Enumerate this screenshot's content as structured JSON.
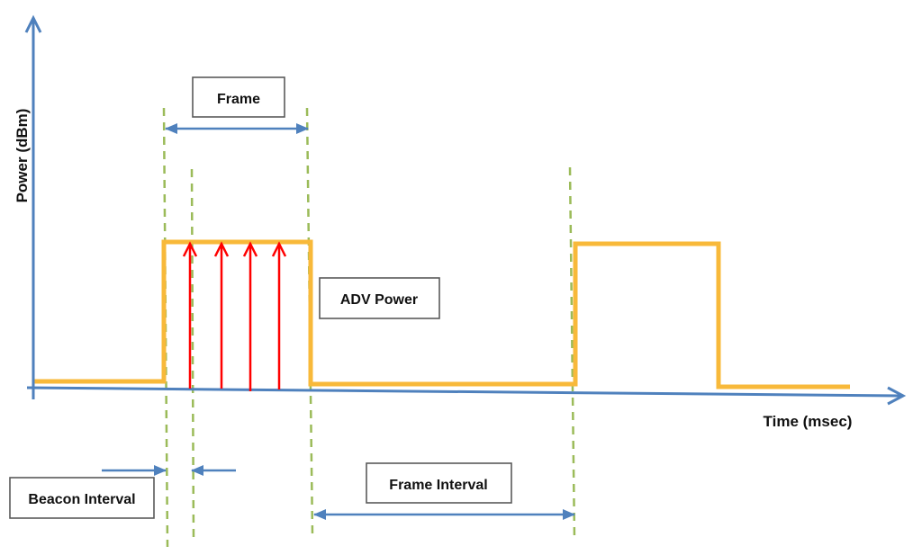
{
  "diagram": {
    "title": "ADV frame / beacon timing diagram",
    "y_axis_label": "Power (dBm)",
    "x_axis_label": "Time (msec)",
    "labels": {
      "frame": "Frame",
      "adv_power": "ADV Power",
      "frame_interval": "Frame Interval",
      "beacon_interval": "Beacon Interval"
    },
    "signal": {
      "description": "Square-wave power level: low baseline, high during frame, repeated after frame interval",
      "pulses": 2,
      "beacons_per_frame": 4
    },
    "colors": {
      "axis": "#4f81bd",
      "signal": "#f8b93a",
      "guides": "#9bbb59",
      "beacon_arrows": "#ff0000",
      "dimension_arrows": "#4f81bd",
      "label_border": "#5a5a5a"
    }
  }
}
